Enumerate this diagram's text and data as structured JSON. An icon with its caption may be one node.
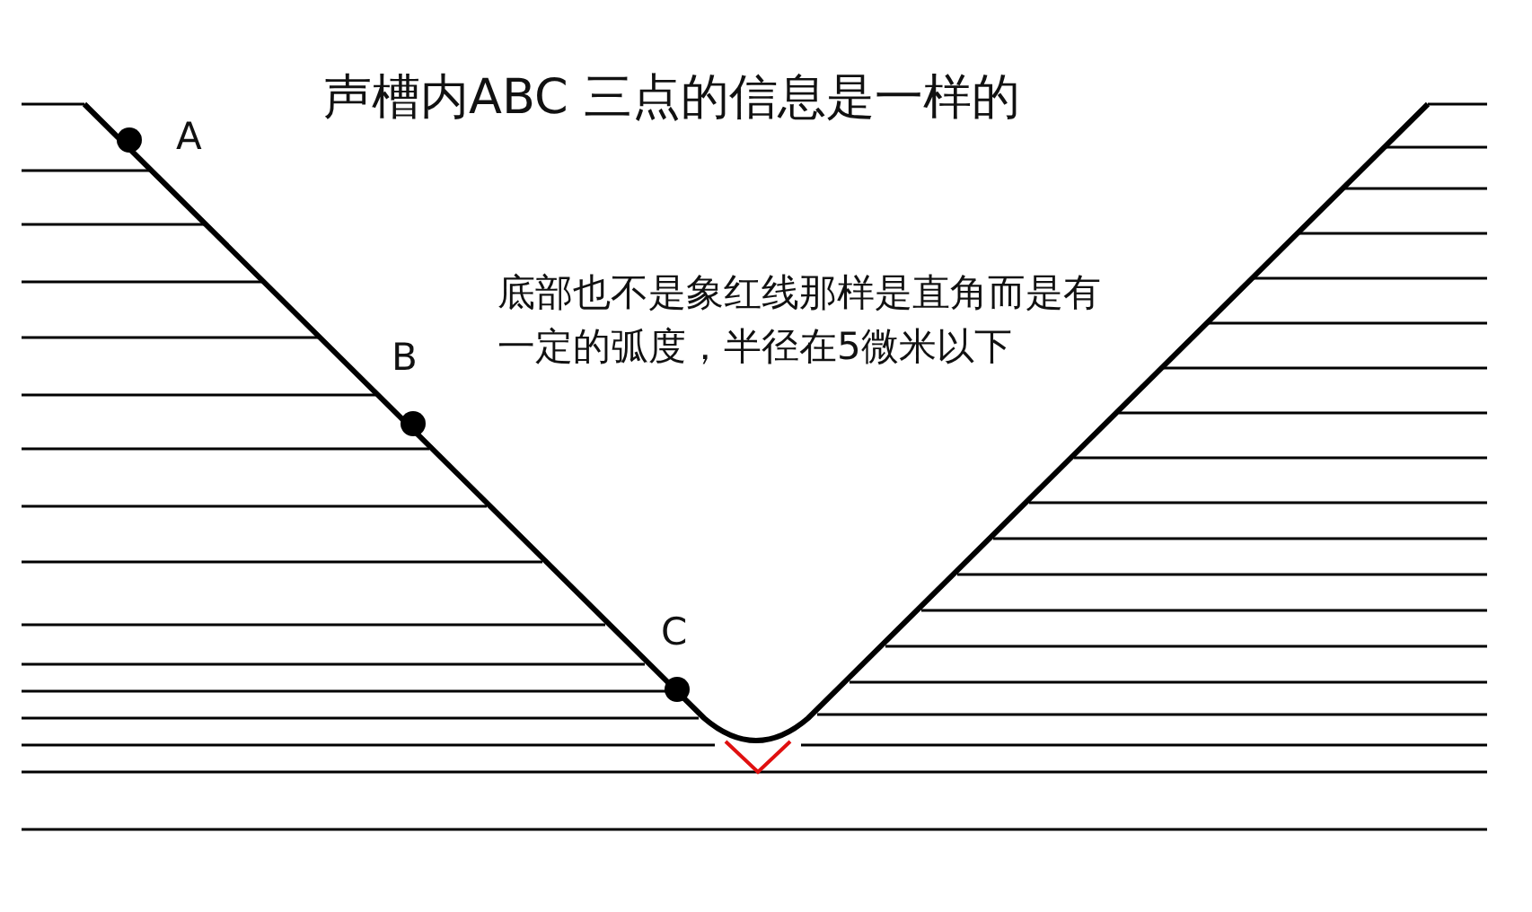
{
  "diagram": {
    "title": "声槽内ABC 三点的信息是一样的",
    "labels": [
      "A",
      "B",
      "C",
      "底部也不是象红线那样是直角而是有一定的弧度，半径在5微米以下"
    ]
  }
}
